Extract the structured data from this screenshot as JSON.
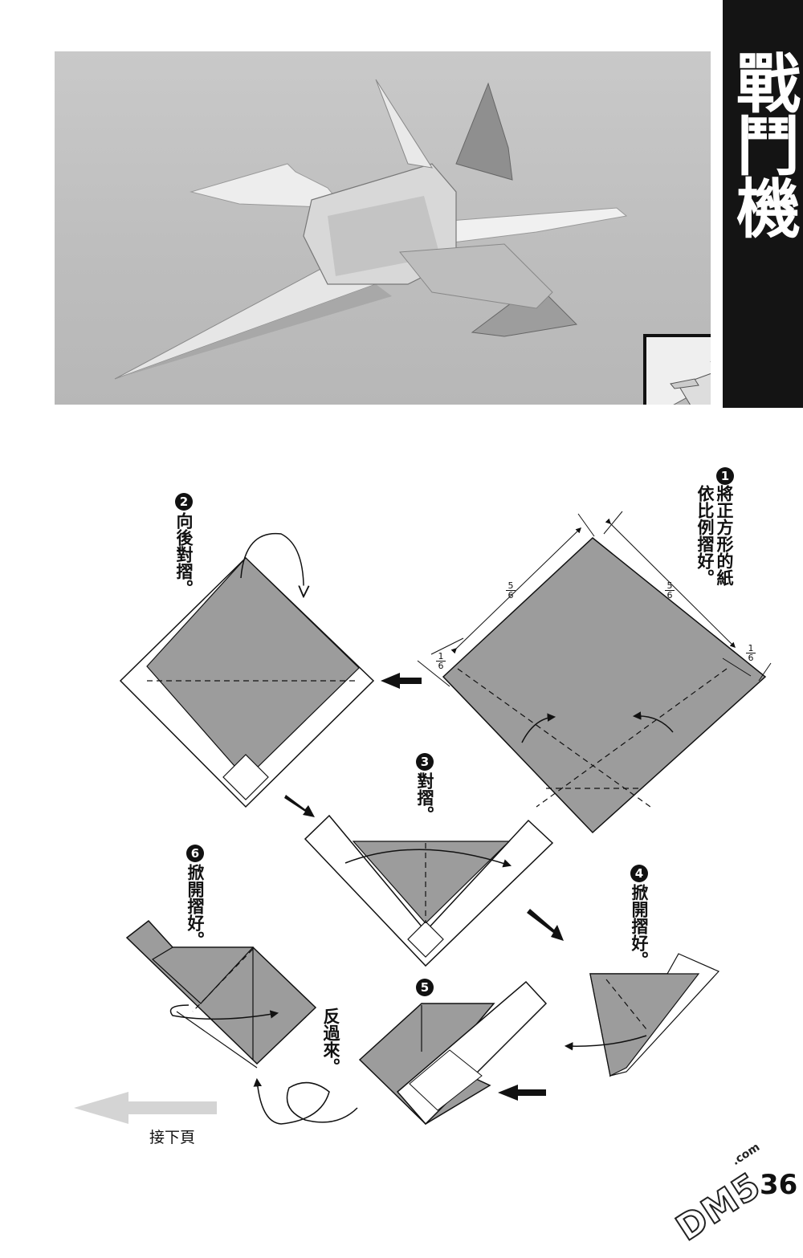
{
  "title": "戰鬥機",
  "steps": [
    {
      "num": "1",
      "text": "將正方形的紙\n依比例摺好。"
    },
    {
      "num": "2",
      "text": "向後對摺。"
    },
    {
      "num": "3",
      "text": "對摺。"
    },
    {
      "num": "4",
      "text": "掀開摺好。"
    },
    {
      "num": "5",
      "text": ""
    },
    {
      "num": "6",
      "text": "掀開摺好。"
    }
  ],
  "turn_over_text": "反過來。",
  "fractions": {
    "top_left": {
      "num": "5",
      "den": "6"
    },
    "top_right": {
      "num": "5",
      "den": "6"
    },
    "side_left": {
      "num": "1",
      "den": "6"
    },
    "side_right": {
      "num": "1",
      "den": "6"
    }
  },
  "next_page_label": "接下頁",
  "page_number": "36",
  "watermark": "DM5",
  "watermark_small": ".com",
  "colors": {
    "paper_gray": "#9c9c9c",
    "paper_white": "#ffffff",
    "title_bg": "#141414",
    "line": "#111111",
    "next_arrow": "#d4d4d4"
  }
}
